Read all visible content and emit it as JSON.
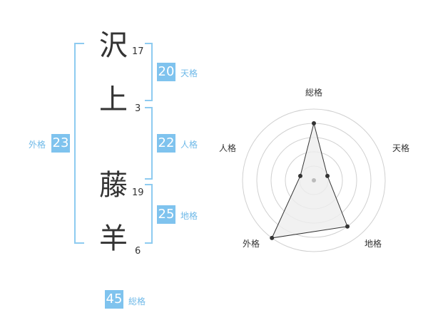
{
  "name": [
    {
      "char": "沢",
      "strokes": "17"
    },
    {
      "char": "上",
      "strokes": "3"
    },
    {
      "char": "藤",
      "strokes": "19"
    },
    {
      "char": "羊",
      "strokes": "6"
    }
  ],
  "kakusu": {
    "tenkaku": {
      "value": "20",
      "label": "天格"
    },
    "jinkaku": {
      "value": "22",
      "label": "人格"
    },
    "chikaku": {
      "value": "25",
      "label": "地格"
    },
    "gaikaku": {
      "value": "23",
      "label": "外格"
    },
    "soukaku": {
      "value": "45",
      "label": "総格"
    }
  },
  "radar": {
    "labels": [
      "総格",
      "天格",
      "地格",
      "外格",
      "人格"
    ],
    "levels": 5,
    "values": [
      4,
      1,
      4,
      5,
      1
    ],
    "max": 5,
    "colors": {
      "grid": "#d0d0d0",
      "line": "#333333",
      "fill": "#eeeeee",
      "point": "#333333",
      "center": "#bbbbbb"
    }
  }
}
